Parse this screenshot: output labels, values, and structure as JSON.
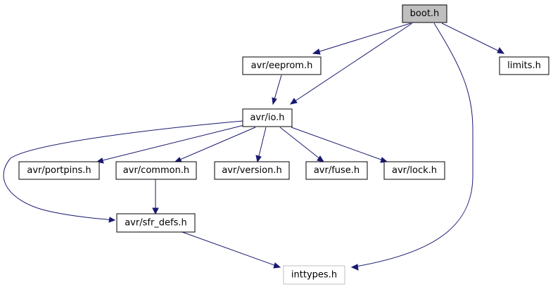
{
  "diagram": {
    "type": "include-dependency-graph",
    "colors": {
      "edge": "#191970",
      "root_fill": "#bfbfbf",
      "node_fill": "#ffffff",
      "node_border": "#000000",
      "external_border": "#bfbfbf"
    },
    "nodes": {
      "boot": {
        "label": "boot.h"
      },
      "eeprom": {
        "label": "avr/eeprom.h"
      },
      "limits": {
        "label": "limits.h"
      },
      "io": {
        "label": "avr/io.h"
      },
      "portpins": {
        "label": "avr/portpins.h"
      },
      "common": {
        "label": "avr/common.h"
      },
      "version": {
        "label": "avr/version.h"
      },
      "fuse": {
        "label": "avr/fuse.h"
      },
      "lock": {
        "label": "avr/lock.h"
      },
      "sfr_defs": {
        "label": "avr/sfr_defs.h"
      },
      "inttypes": {
        "label": "inttypes.h"
      }
    },
    "edges": [
      {
        "from": "boot.h",
        "to": "avr/eeprom.h"
      },
      {
        "from": "boot.h",
        "to": "avr/io.h"
      },
      {
        "from": "boot.h",
        "to": "inttypes.h"
      },
      {
        "from": "boot.h",
        "to": "limits.h"
      },
      {
        "from": "avr/eeprom.h",
        "to": "avr/io.h"
      },
      {
        "from": "avr/io.h",
        "to": "avr/sfr_defs.h"
      },
      {
        "from": "avr/io.h",
        "to": "avr/portpins.h"
      },
      {
        "from": "avr/io.h",
        "to": "avr/common.h"
      },
      {
        "from": "avr/io.h",
        "to": "avr/version.h"
      },
      {
        "from": "avr/io.h",
        "to": "avr/fuse.h"
      },
      {
        "from": "avr/io.h",
        "to": "avr/lock.h"
      },
      {
        "from": "avr/common.h",
        "to": "avr/sfr_defs.h"
      },
      {
        "from": "avr/sfr_defs.h",
        "to": "inttypes.h"
      }
    ]
  }
}
